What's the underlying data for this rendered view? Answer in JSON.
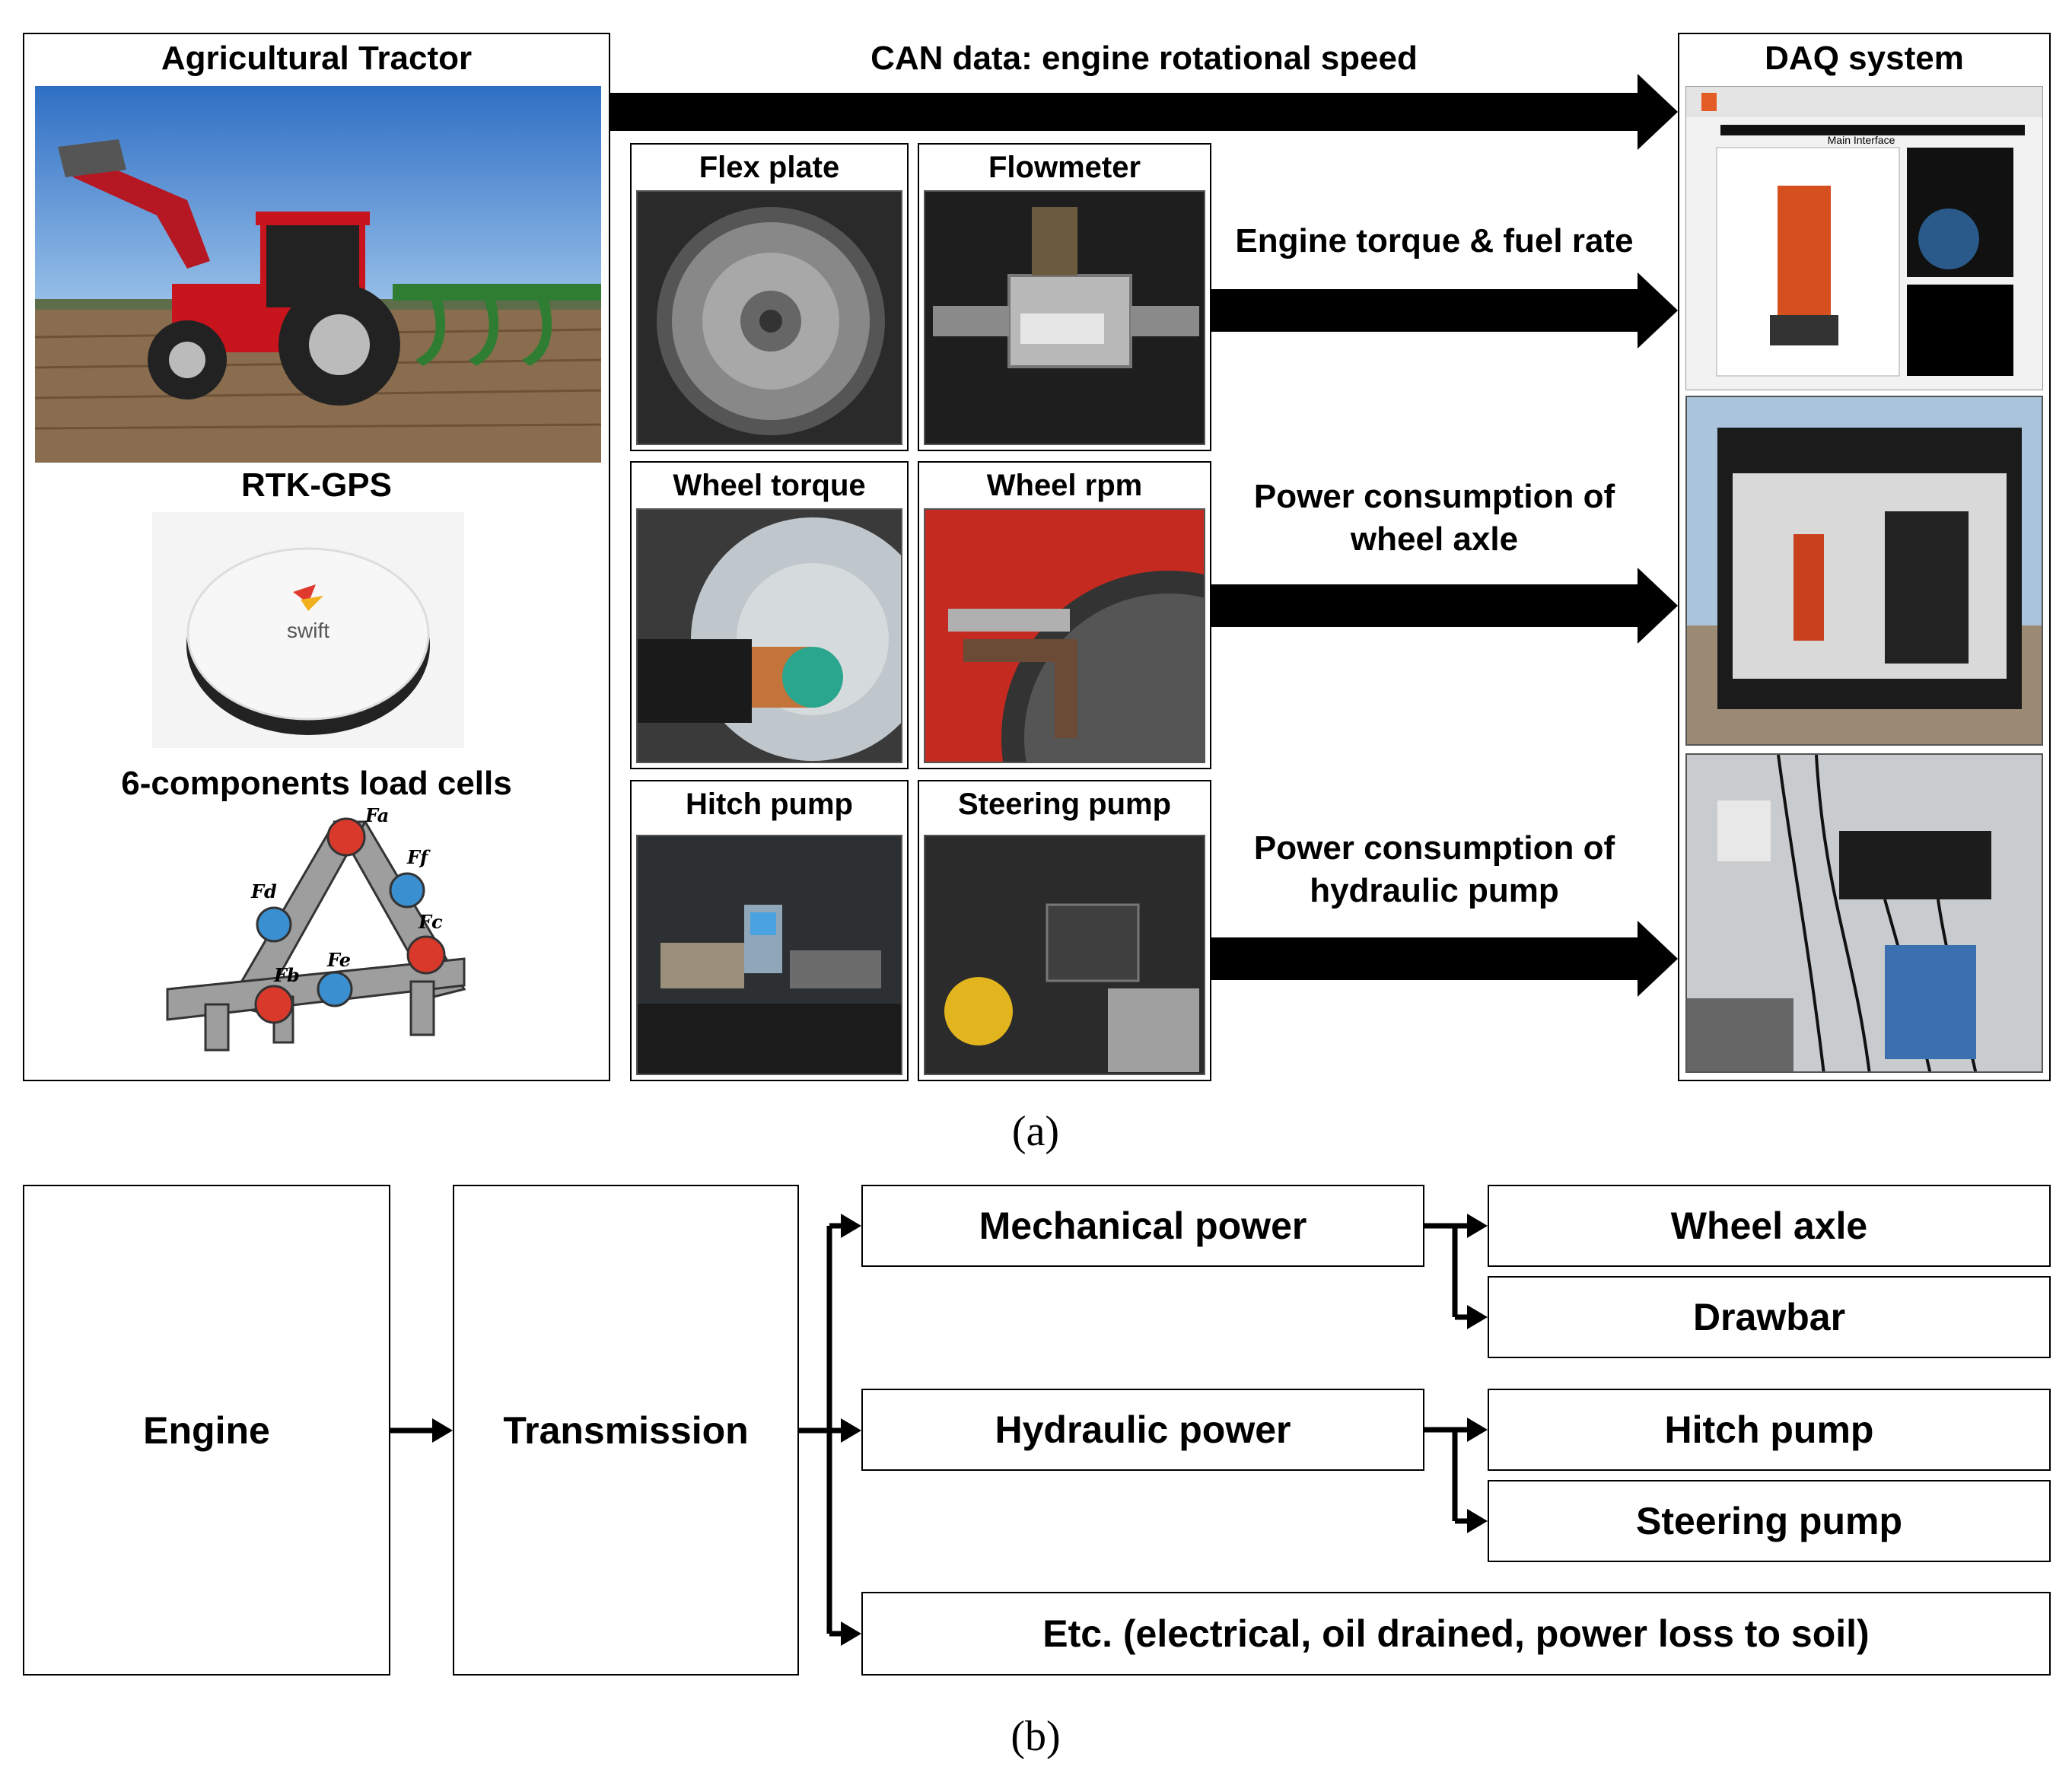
{
  "panel_a": {
    "tractor_box": {
      "title": "Agricultural Tractor",
      "gps_title": "RTK-GPS",
      "gps_brand": "swift",
      "loadcell_title": "6-components load cells",
      "force_labels": [
        "Fa",
        "Ff",
        "Fd",
        "Fc",
        "Fe",
        "Fb"
      ]
    },
    "sensors": [
      {
        "label": "Flex plate"
      },
      {
        "label": "Flowmeter"
      },
      {
        "label": "Wheel torque"
      },
      {
        "label": "Wheel rpm"
      },
      {
        "label": "Hitch pump"
      },
      {
        "label": "Steering pump"
      }
    ],
    "arrows": {
      "can": "CAN data: engine rotational speed",
      "torque_fuel": "Engine torque & fuel rate",
      "wheel_line1": "Power consumption of",
      "wheel_line2": "wheel axle",
      "hyd_line1": "Power consumption of",
      "hyd_line2": "hydraulic pump"
    },
    "daq": {
      "title": "DAQ system",
      "screen_title": "Main Interface"
    },
    "caption": "(a)"
  },
  "panel_b": {
    "engine": "Engine",
    "transmission": "Transmission",
    "mechanical": "Mechanical power",
    "hydraulic": "Hydraulic power",
    "wheel_axle": "Wheel axle",
    "drawbar": "Drawbar",
    "hitch_pump": "Hitch pump",
    "steering_pump": "Steering pump",
    "etc": "Etc. (electrical, oil drained, power loss to soil)",
    "caption": "(b)"
  },
  "colors": {
    "sky": "#3b7fd0",
    "field": "#8a6d4e",
    "tractor_red": "#c8141c",
    "implement_green": "#2e7d32",
    "loadcell_red": "#d8392b",
    "loadcell_blue": "#3a8fd0",
    "arrow": "#000000"
  }
}
